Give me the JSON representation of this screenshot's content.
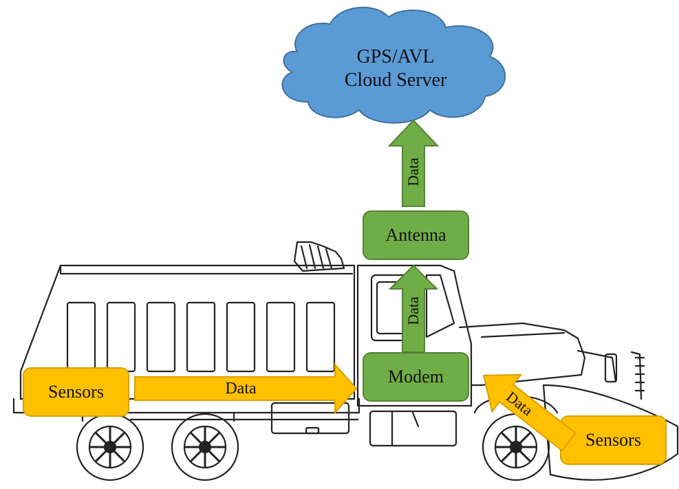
{
  "cloud": {
    "line1": "GPS/AVL",
    "line2": "Cloud Server"
  },
  "antenna": {
    "label": "Antenna"
  },
  "modem": {
    "label": "Modem"
  },
  "sensors_rear": {
    "label": "Sensors"
  },
  "sensors_front": {
    "label": "Sensors"
  },
  "arrows": {
    "to_cloud": "Data",
    "to_antenna": "Data",
    "rear_to_modem": "Data",
    "front_to_modem": "Data"
  },
  "colors": {
    "cloud_fill": "#5b9bd5",
    "cloud_stroke": "#41719c",
    "green_fill": "#70ad47",
    "green_stroke": "#548235",
    "yellow_fill": "#ffc000",
    "yellow_stroke": "#d9a000",
    "truck_line": "#222222"
  }
}
